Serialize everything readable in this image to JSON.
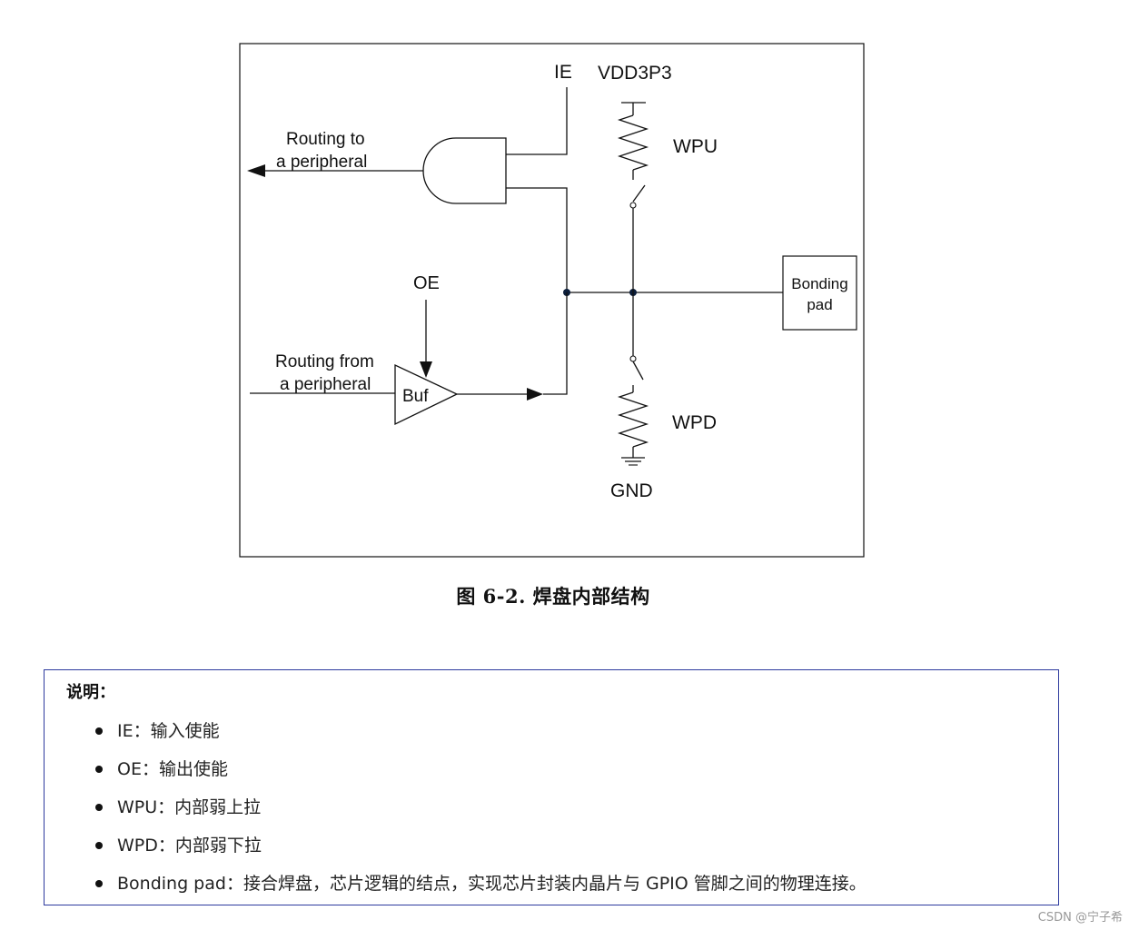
{
  "diagram": {
    "labels": {
      "ie": "IE",
      "vdd": "VDD3P3",
      "wpu": "WPU",
      "routing_to_1": "Routing to",
      "routing_to_2": "a peripheral",
      "oe": "OE",
      "routing_from_1": "Routing from",
      "routing_from_2": "a peripheral",
      "buf": "Buf",
      "wpd": "WPD",
      "gnd": "GND",
      "bonding_1": "Bonding",
      "bonding_2": "pad"
    }
  },
  "caption": "图 6-2. 焊盘内部结构",
  "note": {
    "title": "说明：",
    "items": [
      "IE：输入使能",
      "OE：输出使能",
      "WPU：内部弱上拉",
      "WPD：内部弱下拉",
      "Bonding pad：接合焊盘，芯片逻辑的结点，实现芯片封装内晶片与 GPIO 管脚之间的物理连接。"
    ]
  },
  "footer": "CSDN @宁子希"
}
